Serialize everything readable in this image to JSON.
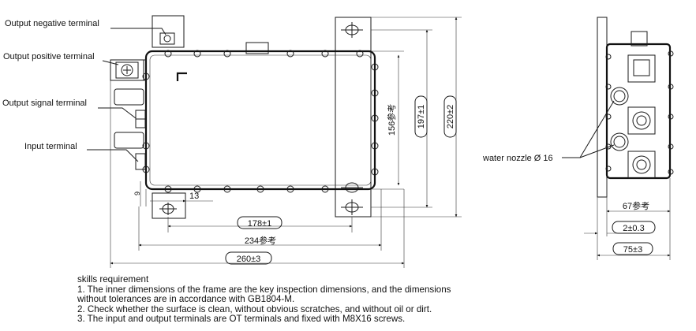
{
  "labels": {
    "output_negative": "Output negative terminal",
    "output_positive": "Output positive terminal",
    "output_signal": "Output signal terminal",
    "input_terminal": "Input terminal",
    "water_nozzle": "water nozzle  Ø 16"
  },
  "dimensions": {
    "d13": "13",
    "d9": "9",
    "d178": "178±1",
    "d234": "234参考",
    "d260": "260±3",
    "d156": "156参考",
    "d197": "197±1",
    "d220": "220±2",
    "d67": "67参考",
    "d2": "2±0.3",
    "d75": "75±3"
  },
  "notes": {
    "title": "skills requirement",
    "items": [
      "1. The inner dimensions of the frame are the key inspection dimensions, and the dimensions",
      "without tolerances are in accordance with GB1804-M.",
      "2. Check whether the surface is clean, without obvious scratches, and without oil or dirt.",
      "3. The input and output terminals are OT terminals and fixed with M8X16 screws."
    ]
  }
}
